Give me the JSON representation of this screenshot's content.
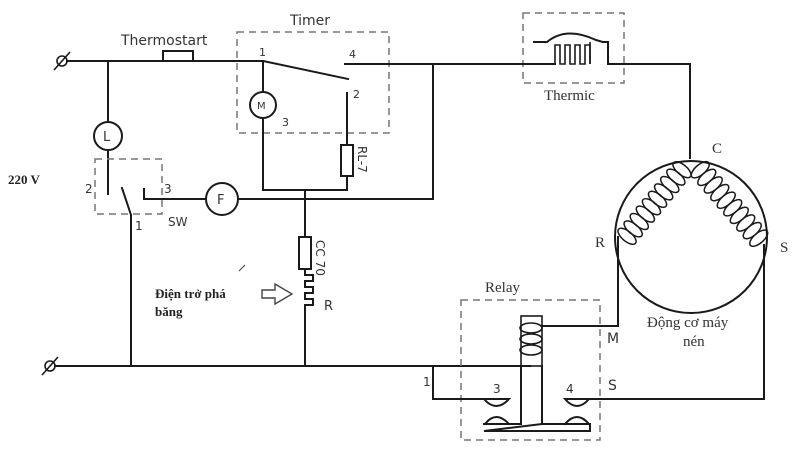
{
  "diagram": {
    "supply_label": "220 V",
    "terminal_symbol": "Ø",
    "thermostat": {
      "label": "Thermostart"
    },
    "timer": {
      "label": "Timer",
      "pins": [
        "1",
        "4",
        "2",
        "3"
      ],
      "motor_symbol": "M"
    },
    "lamp": {
      "symbol": "L"
    },
    "door_switch": {
      "label": "SW",
      "pins": [
        "2",
        "3",
        "1"
      ]
    },
    "fan": {
      "symbol": "F"
    },
    "timer_resistor": {
      "label": "RL-7"
    },
    "fuse": {
      "label": "CC 70"
    },
    "defrost_heater": {
      "label": "R",
      "caption_line1": "Điện trở phá",
      "caption_line2": "băng"
    },
    "thermic": {
      "label": "Thermic"
    },
    "relay": {
      "label": "Relay",
      "pins": [
        "1",
        "3",
        "4"
      ],
      "terminal_m": "M",
      "terminal_s": "S"
    },
    "compressor": {
      "terminal_c": "C",
      "terminal_r": "R",
      "terminal_s": "S",
      "caption_line1": "Động cơ máy",
      "caption_line2": "nén"
    }
  }
}
